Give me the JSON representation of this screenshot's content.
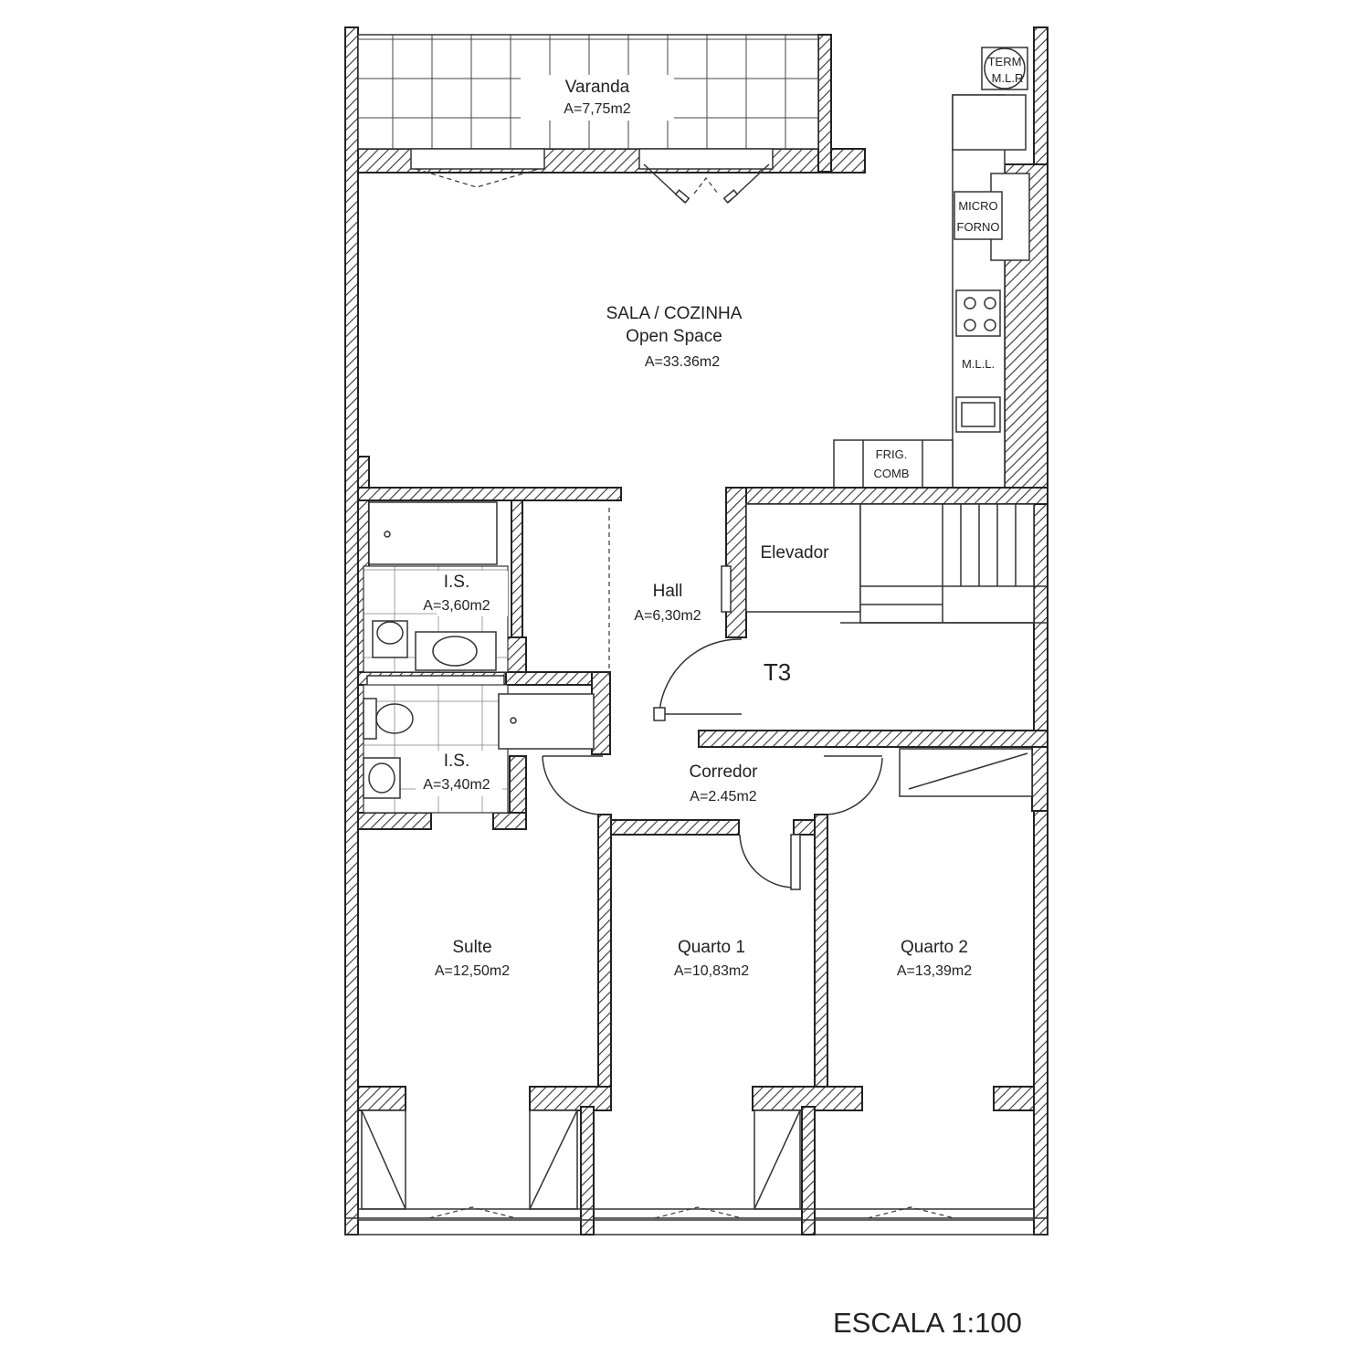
{
  "plan": {
    "type_label": "T3",
    "scale": "ESCALA 1:100",
    "rooms": [
      {
        "id": "varanda",
        "name": "Varanda",
        "area": "A=7,75m2"
      },
      {
        "id": "sala",
        "name": "SALA / COZINHA",
        "name2": "Open Space",
        "area": "A=33.36m2"
      },
      {
        "id": "hall",
        "name": "Hall",
        "area": "A=6,30m2"
      },
      {
        "id": "is1",
        "name": "I.S.",
        "area": "A=3,60m2"
      },
      {
        "id": "is2",
        "name": "I.S.",
        "area": "A=3,40m2"
      },
      {
        "id": "corredor",
        "name": "Corredor",
        "area": "A=2.45m2"
      },
      {
        "id": "suite",
        "name": "Sulte",
        "area": "A=12,50m2"
      },
      {
        "id": "quarto1",
        "name": "Quarto 1",
        "area": "A=10,83m2"
      },
      {
        "id": "quarto2",
        "name": "Quarto 2",
        "area": "A=13,39m2"
      }
    ],
    "elevator": "Elevador",
    "appliances": {
      "term_line1": "TERM",
      "term_line2": "M.L.R",
      "micro": "MICRO",
      "forno": "FORNO",
      "mll": "M.L.L.",
      "frig": "FRIG.",
      "comb": "COMB"
    }
  }
}
